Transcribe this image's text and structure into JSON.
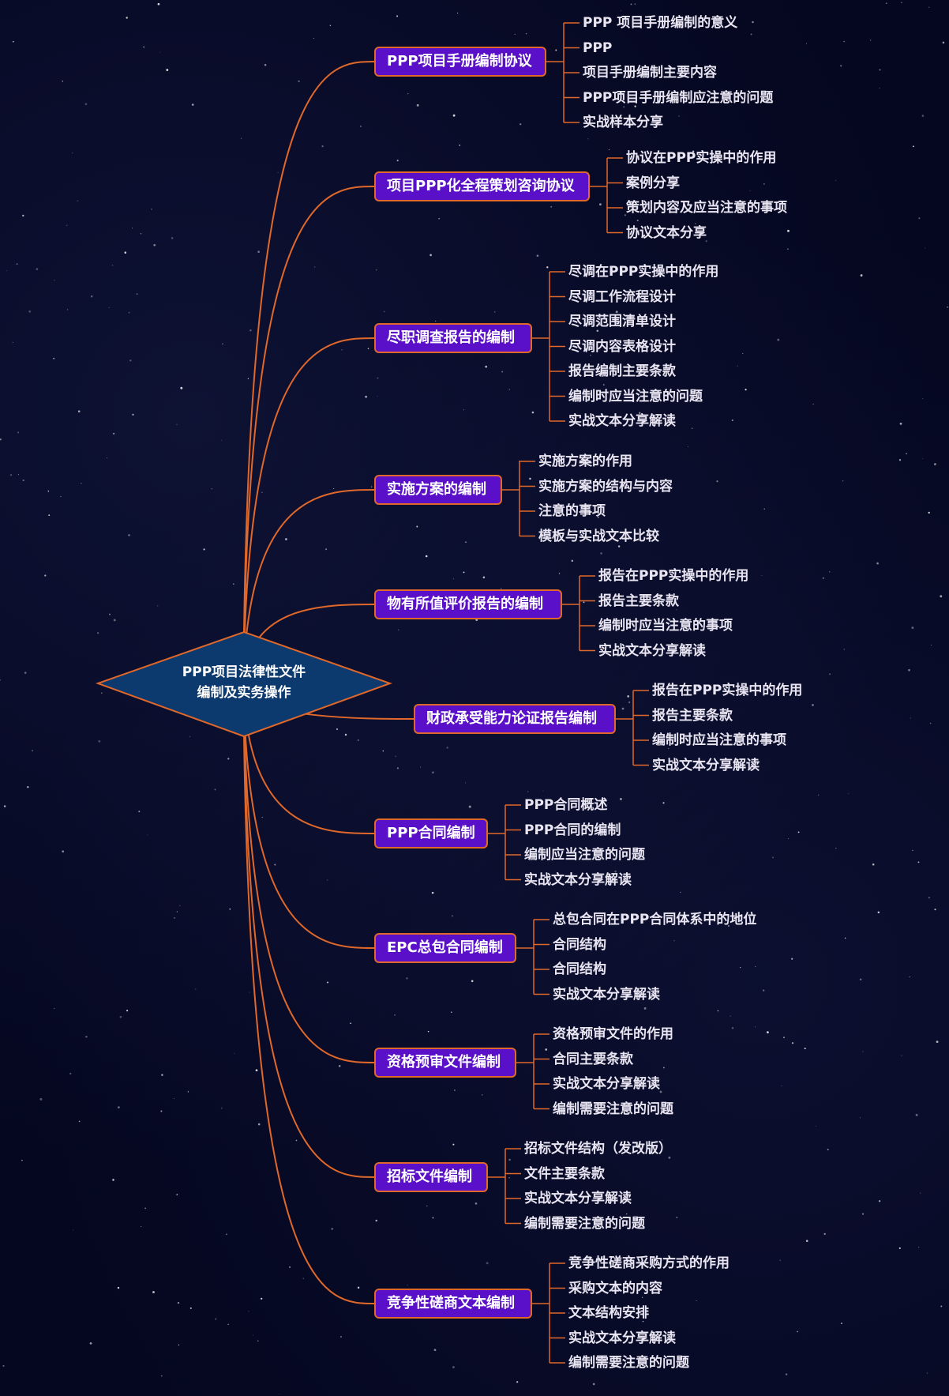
{
  "root": {
    "line1": "PPP项目法律性文件",
    "line2": "编制及实务操作"
  },
  "colors": {
    "connector": "#e0682a",
    "node_fill": "#5a10c8",
    "root_fill": "#0d3a6e",
    "leaf_text": "#e9e5f2",
    "background": "#050720"
  },
  "branches": [
    {
      "label": "PPP项目手册编制协议",
      "items": [
        "PPP 项目手册编制的意义",
        "PPP",
        "项目手册编制主要内容",
        "PPP项目手册编制应注意的问题",
        "实战样本分享"
      ]
    },
    {
      "label": "项目PPP化全程策划咨询协议",
      "items": [
        "协议在PPP实操中的作用",
        "案例分享",
        "策划内容及应当注意的事项",
        "协议文本分享"
      ]
    },
    {
      "label": "尽职调查报告的编制",
      "items": [
        "尽调在PPP实操中的作用",
        "尽调工作流程设计",
        "尽调范围清单设计",
        "尽调内容表格设计",
        "报告编制主要条款",
        "编制时应当注意的问题",
        "实战文本分享解读"
      ]
    },
    {
      "label": "实施方案的编制",
      "items": [
        "实施方案的作用",
        "实施方案的结构与内容",
        "注意的事项",
        "模板与实战文本比较"
      ]
    },
    {
      "label": "物有所值评价报告的编制",
      "items": [
        "报告在PPP实操中的作用",
        "报告主要条款",
        "编制时应当注意的事项",
        "实战文本分享解读"
      ]
    },
    {
      "label": "财政承受能力论证报告编制",
      "items": [
        "报告在PPP实操中的作用",
        "报告主要条款",
        "编制时应当注意的事项",
        "实战文本分享解读"
      ]
    },
    {
      "label": "PPP合同编制",
      "items": [
        "PPP合同概述",
        "PPP合同的编制",
        "编制应当注意的问题",
        "实战文本分享解读"
      ]
    },
    {
      "label": "EPC总包合同编制",
      "items": [
        "总包合同在PPP合同体系中的地位",
        "合同结构",
        "合同结构",
        "实战文本分享解读"
      ]
    },
    {
      "label": "资格预审文件编制",
      "items": [
        "资格预审文件的作用",
        "合同主要条款",
        "实战文本分享解读",
        "编制需要注意的问题"
      ]
    },
    {
      "label": "招标文件编制",
      "items": [
        "招标文件结构（发改版）",
        "文件主要条款",
        "实战文本分享解读",
        "编制需要注意的问题"
      ]
    },
    {
      "label": "竞争性磋商文本编制",
      "items": [
        "竞争性磋商采购方式的作用",
        "采购文本的内容",
        "文本结构安排",
        "实战文本分享解读",
        "编制需要注意的问题"
      ]
    }
  ]
}
